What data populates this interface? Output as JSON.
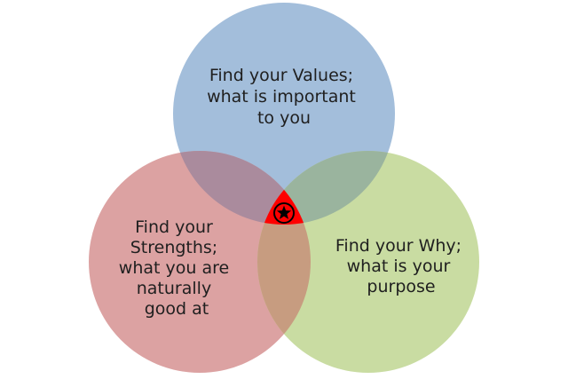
{
  "diagram": {
    "type": "venn",
    "sets": [
      {
        "id": "values",
        "lines": [
          "Find your Values;",
          "what is important",
          "to you"
        ],
        "color": "#a3bedb"
      },
      {
        "id": "strengths",
        "lines": [
          "Find your",
          "Strengths;",
          "what you are",
          "naturally",
          "good at"
        ],
        "color": "#dca2a2"
      },
      {
        "id": "why",
        "lines": [
          "Find your Why;",
          "what is your",
          "purpose"
        ],
        "color": "#c9dca2"
      }
    ],
    "overlap_colors": {
      "values_strengths": "#aa8b9d",
      "values_why": "#9ab49e",
      "strengths_why": "#c79c80"
    },
    "center": {
      "icon": "star-icon",
      "fill": "#ff0000",
      "icon_color": "#000000"
    }
  }
}
